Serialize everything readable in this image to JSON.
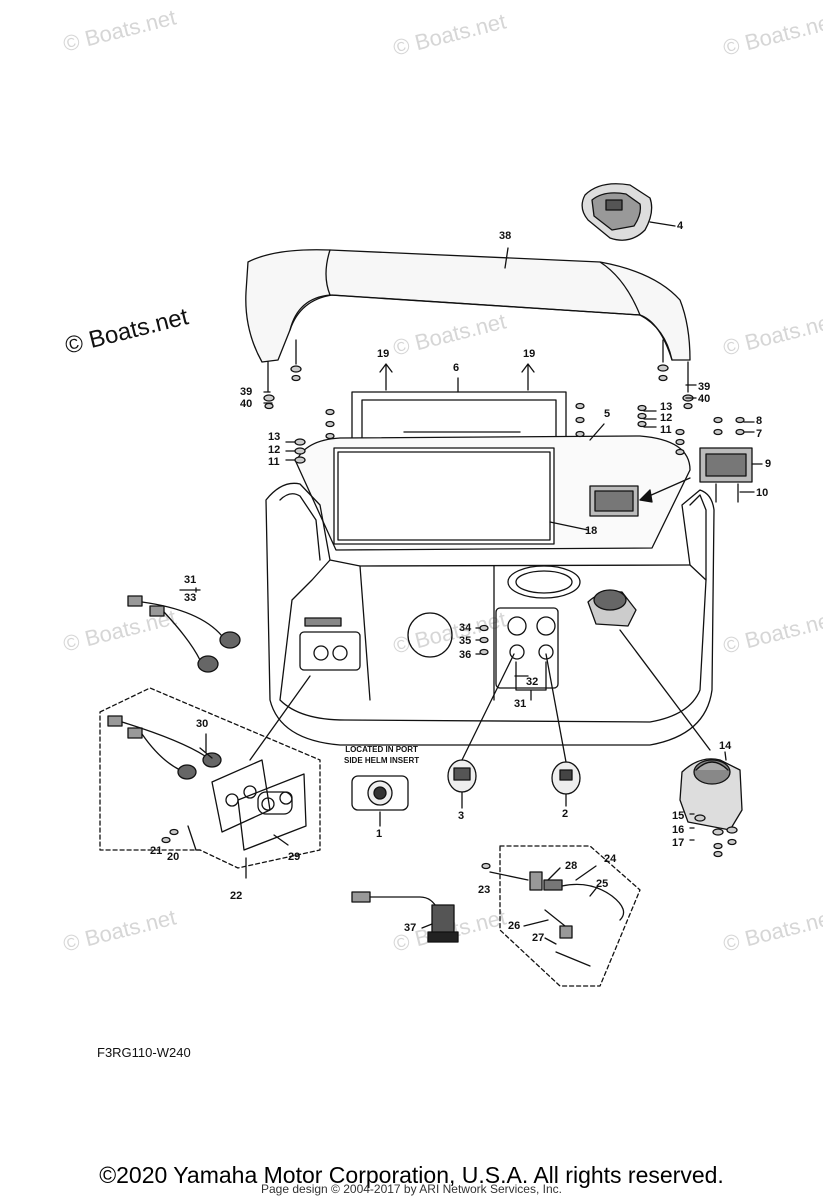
{
  "watermark": "© Boats.net",
  "diagram_code": "F3RG110-W240",
  "note": {
    "line1": "LOCATED IN PORT",
    "line2": "SIDE HELM INSERT"
  },
  "footer": {
    "copyright": "©2020 Yamaha Motor Corporation, U.S.A. All rights reserved.",
    "page_design": "Page design © 2004-2017 by ARI Network Services, Inc."
  },
  "callouts": {
    "c1": "1",
    "c2": "2",
    "c3": "3",
    "c4": "4",
    "c5": "5",
    "c6": "6",
    "c7": "7",
    "c8": "8",
    "c9": "9",
    "c10": "10",
    "c11": "11",
    "c12": "12",
    "c13": "13",
    "c14": "14",
    "c15": "15",
    "c16": "16",
    "c17": "17",
    "c18": "18",
    "c19": "19",
    "c20": "20",
    "c21": "21",
    "c22": "22",
    "c23": "23",
    "c24": "24",
    "c25": "25",
    "c26": "26",
    "c27": "27",
    "c28": "28",
    "c29": "29",
    "c30": "30",
    "c31": "31",
    "c32": "32",
    "c33": "33",
    "c34": "34",
    "c35": "35",
    "c36": "36",
    "c37": "37",
    "c38": "38",
    "c39": "39",
    "c40": "40"
  }
}
